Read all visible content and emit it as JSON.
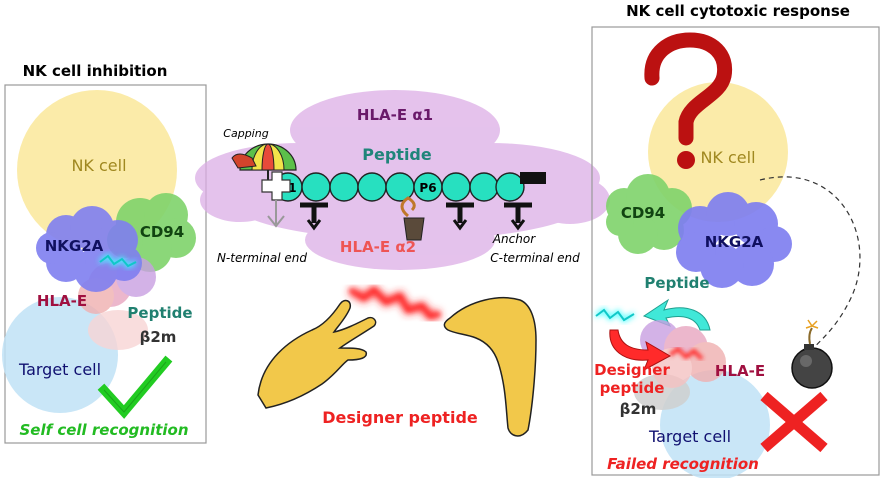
{
  "left_panel": {
    "title": "NK cell inhibition",
    "nk_cell": "NK cell",
    "cd94": "CD94",
    "nkg2a": "NKG2A",
    "hla_e": "HLA-E",
    "peptide": "Peptide",
    "b2m": "β2m",
    "target_cell": "Target cell",
    "caption": "Self cell recognition"
  },
  "center_panel": {
    "hla_a1": "HLA-E α1",
    "hla_a2": "HLA-E α2",
    "peptide": "Peptide",
    "capping": "Capping",
    "p1": "P1",
    "p6": "P6",
    "anchor": "Anchor",
    "n_term": "N-terminal end",
    "c_term": "C-terminal end",
    "designer": "Designer peptide"
  },
  "right_panel": {
    "title": "NK cell cytotoxic response",
    "nk_cell": "NK cell",
    "cd94": "CD94",
    "nkg2a": "NKG2A",
    "peptide": "Peptide",
    "designer_1": "Designer",
    "designer_2": "peptide",
    "hla_e": "HLA-E",
    "b2m": "β2m",
    "target_cell": "Target cell",
    "caption": "Failed recognition"
  },
  "colors": {
    "cd94": "#7fd36b",
    "nkg2a": "#7f7ff0",
    "nk_cell": "#fbe9a0",
    "target_cell": "#bfe2f6",
    "hla_cloud": "#dcaee6",
    "peptide_bead": "#27e0c0",
    "designer": "#ff2a2a",
    "check": "#22cc22",
    "cross": "#ee2222",
    "question": "#bb1111"
  }
}
